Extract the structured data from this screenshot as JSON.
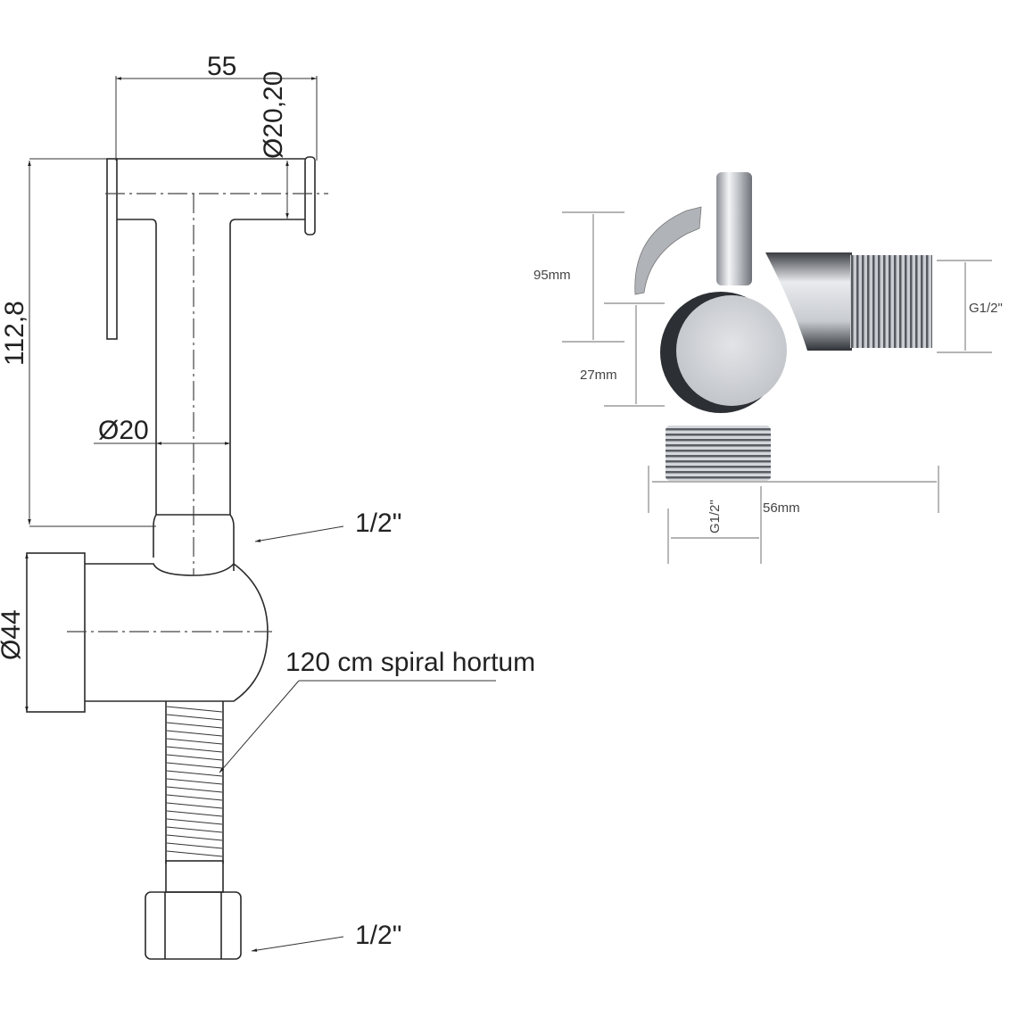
{
  "left_drawing": {
    "width_dim": "55",
    "head_dia": "Ø20,20",
    "height_dim": "112,8",
    "stem_dia": "Ø20",
    "body_dia": "Ø44",
    "top_connection": "1/2\"",
    "hose_label": "120 cm spiral hortum",
    "bottom_connection": "1/2\""
  },
  "right_drawing": {
    "dim_95": "95mm",
    "dim_27": "27mm",
    "outlet_thread": "G1/2\"",
    "dim_56": "56mm",
    "inlet_thread": "G1/2\""
  },
  "colors": {
    "line": "#2a2a2a",
    "dimension": "#888888",
    "chrome": "#b8bcc2"
  }
}
